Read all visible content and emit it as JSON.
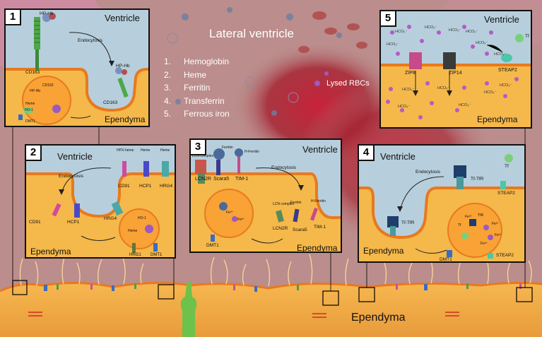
{
  "header": {
    "title": "Lateral ventricle",
    "lysed_label": "Lysed RBCs"
  },
  "legend": [
    {
      "n": "1.",
      "label": "Hemoglobin"
    },
    {
      "n": "2.",
      "label": "Heme"
    },
    {
      "n": "3.",
      "label": "Ferritin"
    },
    {
      "n": "4.",
      "label": "Transferrin"
    },
    {
      "n": "5.",
      "label": "Ferrous iron"
    }
  ],
  "bottom_label": "Ependyma",
  "panel1": {
    "num": "1",
    "ventricle": "Ventricle",
    "ependyma": "Ependyma",
    "hp_hb_top": "HP-Hb",
    "endocytosis": "Endocytosis",
    "cd163_left": "CD163",
    "hp_hb_right": "HP-Hb",
    "cd163_right": "CD163",
    "cd163_in": "CD163",
    "hp_hb_in": "HP-Hb",
    "heme_in": "Heme",
    "ho1": "HO-1",
    "dmt1": "DMT1"
  },
  "panel2": {
    "num": "2",
    "ventricle": "Ventricle",
    "ependyma": "Ependyma",
    "hpx_heme": "HPX-heme",
    "heme_a": "Heme",
    "heme_b": "Heme",
    "cd91_top": "CD91",
    "hcp1_top": "HCP1",
    "hrg4_top": "HRG4",
    "endocytosis": "Endocytosis",
    "cd91_in": "CD91",
    "hcp1_in": "HCP1",
    "hrg4_in": "HRG4",
    "heme_in": "Heme",
    "ho1": "HO-1",
    "hrg1": "HRG1",
    "dmt1": "DMT1"
  },
  "panel3": {
    "num": "3",
    "ventricle": "Ventricle",
    "ependyma": "Ependyma",
    "lcn_complex_top": "LCN complex",
    "ferritin_top": "Ferritin",
    "h_ferritin_top": "H-Ferritin",
    "lcn2r_top": "LCN2R",
    "scara5_top": "Scara5",
    "tim1_top": "TIM-1",
    "endocytosis": "Endocytosis",
    "lcn_complex_in": "LCN complex",
    "ferritin_in": "Ferritin",
    "h_ferritin_in": "H-Ferritin",
    "lcn2r_in": "LCN2R",
    "scara5_in": "Scara5",
    "tim1_in": "TIM-1",
    "dmt1": "DMT1",
    "fe2_a": "Fe²⁺",
    "fe2_b": "Fe²⁺"
  },
  "panel4": {
    "num": "4",
    "ventricle": "Ventricle",
    "ependyma": "Ependyma",
    "tf": "Tf",
    "tf_tfr_top": "Tf-TfR",
    "steap2_top": "STEAP2",
    "endocytosis": "Endocytosis",
    "tf_tfr_in": "Tf-TfR",
    "dmt1": "DMT1",
    "steap2_in": "STEAP2",
    "tfr": "TfR",
    "tf_in": "Tf",
    "fe3_a": "Fe³⁺",
    "fe3_b": "Fe³⁺",
    "fe2_a": "Fe²⁺",
    "fe2_b": "Fe²⁺"
  },
  "panel5": {
    "num": "5",
    "ventricle": "Ventricle",
    "ependyma": "Ependyma",
    "zip8": "ZIP8",
    "zip14": "ZIP14",
    "steap2": "STEAP2",
    "tf": "Tf",
    "hco3": "HCO₃⁻"
  },
  "colors": {
    "cytoplasm": "#f5b84a",
    "membrane": "#e8791f",
    "ventricle_fluid": "#b7cfdc",
    "background": "#b98a8a",
    "clot": "#b3202e",
    "legend_text": "#ffffff"
  }
}
